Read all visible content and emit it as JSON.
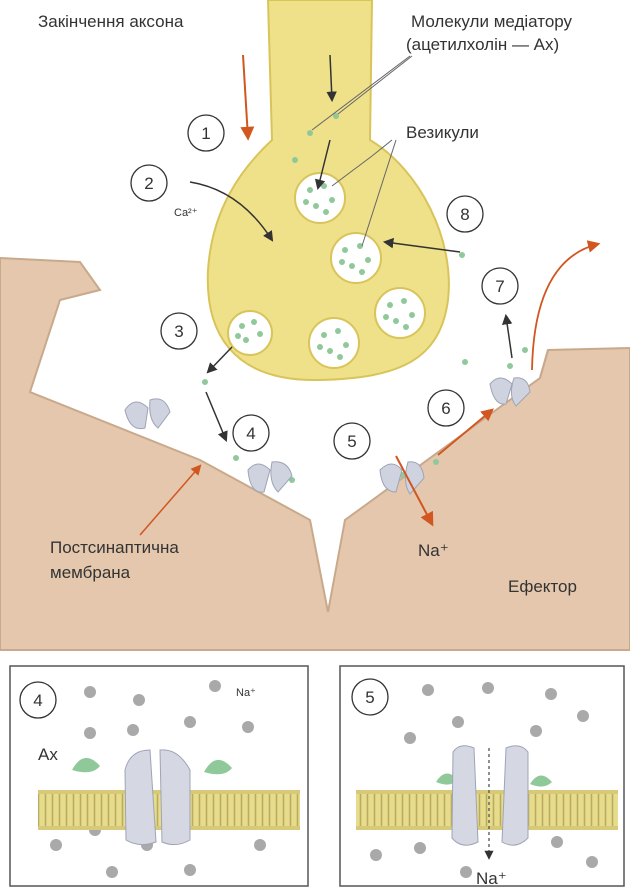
{
  "labels": {
    "axon_end": "Закінчення аксона",
    "mediator_line1": "Молекули медіатору",
    "mediator_line2": "(ацетилхолін — Ах)",
    "vesicles": "Везикули",
    "ca": "Ca²⁺",
    "postsynaptic_line1": "Постсинаптична",
    "postsynaptic_line2": "мембрана",
    "na_main": "Na⁺",
    "effector": "Ефектор",
    "na_panel4": "Na⁺",
    "ach_panel4": "Ах",
    "na_panel5": "Na⁺"
  },
  "steps": [
    "1",
    "2",
    "3",
    "4",
    "5",
    "6",
    "7",
    "8"
  ],
  "panels": {
    "left_number": "4",
    "right_number": "5"
  },
  "colors": {
    "axon_fill": "#efe08a",
    "axon_stroke": "#d9c45a",
    "tissue_fill": "#e4c7ac",
    "tissue_stroke": "#c9a98c",
    "vesicle_fill": "#ffffff",
    "mediator_dot": "#8fc99a",
    "receptor": "#cfd3df",
    "arrow_red": "#d2561f",
    "arrow_dark": "#333333",
    "ion_gray": "#a9a9a9",
    "membrane_yellow": "#e7dc8c",
    "membrane_olive": "#b9ac62"
  }
}
